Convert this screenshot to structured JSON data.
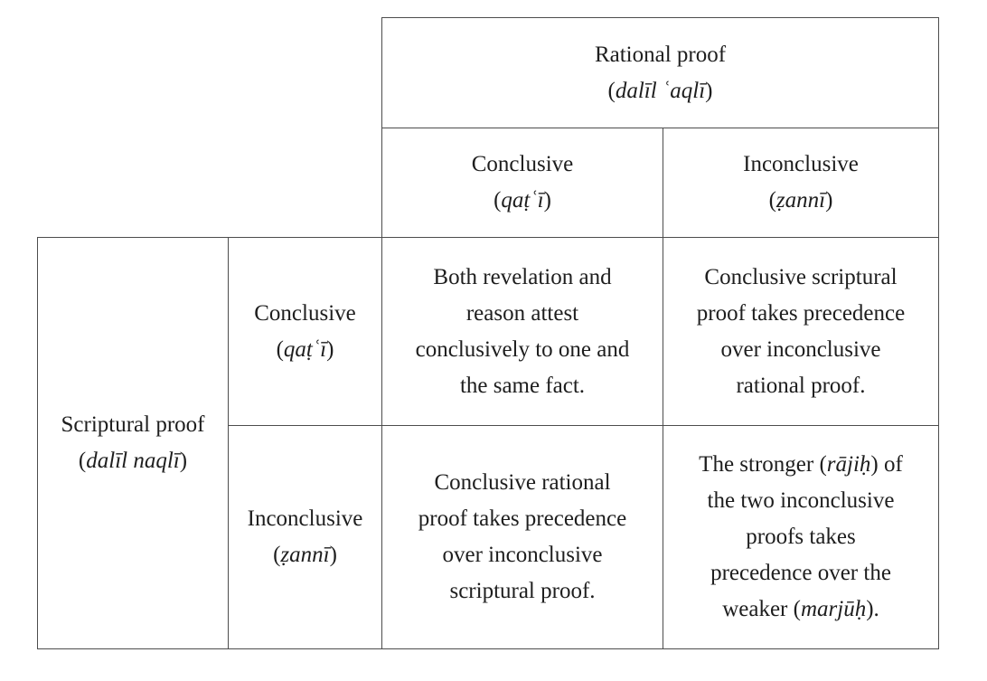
{
  "colors": {
    "background": "#ffffff",
    "border": "#4d4d4d",
    "text": "#1e1e1e"
  },
  "table": {
    "col_header": {
      "title": "Rational proof",
      "sub": [
        {
          "t": "("
        },
        {
          "t": "dalīl ʿaqlī",
          "i": true
        },
        {
          "t": ")"
        }
      ],
      "cols": [
        {
          "title": "Conclusive",
          "sub": [
            {
              "t": "("
            },
            {
              "t": "qaṭʿī",
              "i": true
            },
            {
              "t": ")"
            }
          ]
        },
        {
          "title": "Inconclusive",
          "sub": [
            {
              "t": "("
            },
            {
              "t": "ẓannī",
              "i": true
            },
            {
              "t": ")"
            }
          ]
        }
      ]
    },
    "row_header": {
      "title": "Scriptural proof",
      "sub": [
        {
          "t": "("
        },
        {
          "t": "dalīl naqlī",
          "i": true
        },
        {
          "t": ")"
        }
      ],
      "rows": [
        {
          "title": "Conclusive",
          "sub": [
            {
              "t": "("
            },
            {
              "t": "qaṭʿī",
              "i": true
            },
            {
              "t": ")"
            }
          ]
        },
        {
          "title": "Inconclusive",
          "sub": [
            {
              "t": "("
            },
            {
              "t": "ẓannī",
              "i": true
            },
            {
              "t": ")"
            }
          ]
        }
      ]
    },
    "cells": {
      "conclusive_conclusive": [
        {
          "t": "Both revelation and\nreason attest\nconclusively to one and\nthe same fact."
        }
      ],
      "conclusive_inconclusive": [
        {
          "t": "Conclusive scriptural\nproof takes precedence\nover inconclusive\nrational proof."
        }
      ],
      "inconclusive_conclusive": [
        {
          "t": "Conclusive rational\nproof takes precedence\nover inconclusive\nscriptural proof."
        }
      ],
      "inconclusive_inconclusive": [
        {
          "t": "The stronger ("
        },
        {
          "t": "rājiḥ",
          "i": true
        },
        {
          "t": ") of\nthe two inconclusive\nproofs takes\nprecedence over the\nweaker ("
        },
        {
          "t": "marjūḥ",
          "i": true
        },
        {
          "t": ")."
        }
      ]
    }
  }
}
